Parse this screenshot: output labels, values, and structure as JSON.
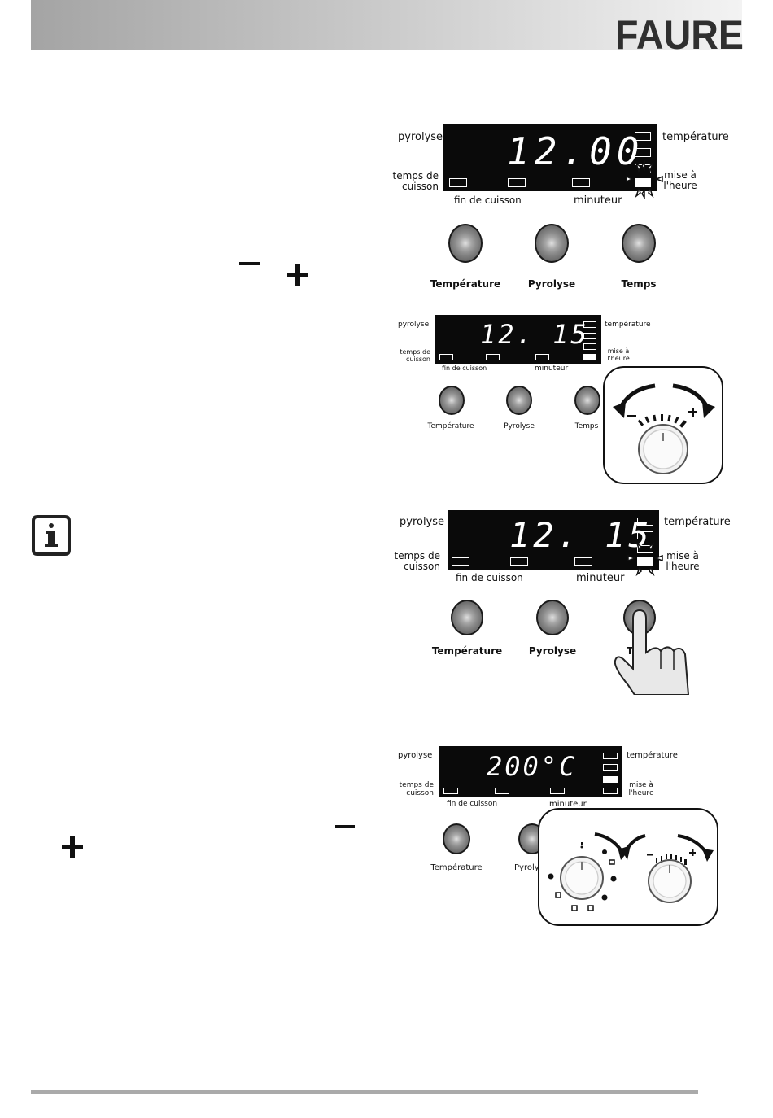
{
  "brand": {
    "logo": "FAURE",
    "header_color": "#bcbcbc"
  },
  "signs": {
    "minus": "–",
    "plus": "+"
  },
  "panel_labels": {
    "pyrolyse": "pyrolyse",
    "temperature": "température",
    "temps_de": "temps de",
    "cuisson": "cuisson",
    "mise_a": "mise à",
    "l_heure": "l'heure",
    "fin_de_cuisson": "fin de cuisson",
    "minuteur": "minuteur"
  },
  "buttons": {
    "temperature": "Température",
    "pyrolyse": "Pyrolyse",
    "temps": "Temps"
  },
  "displays": [
    "12.00",
    "12. 15",
    "12. 15",
    "200°C"
  ],
  "truncated": {
    "pyrolyse_cut": "Pyroly",
    "temps_cut": "Te"
  },
  "info_icon": "i"
}
